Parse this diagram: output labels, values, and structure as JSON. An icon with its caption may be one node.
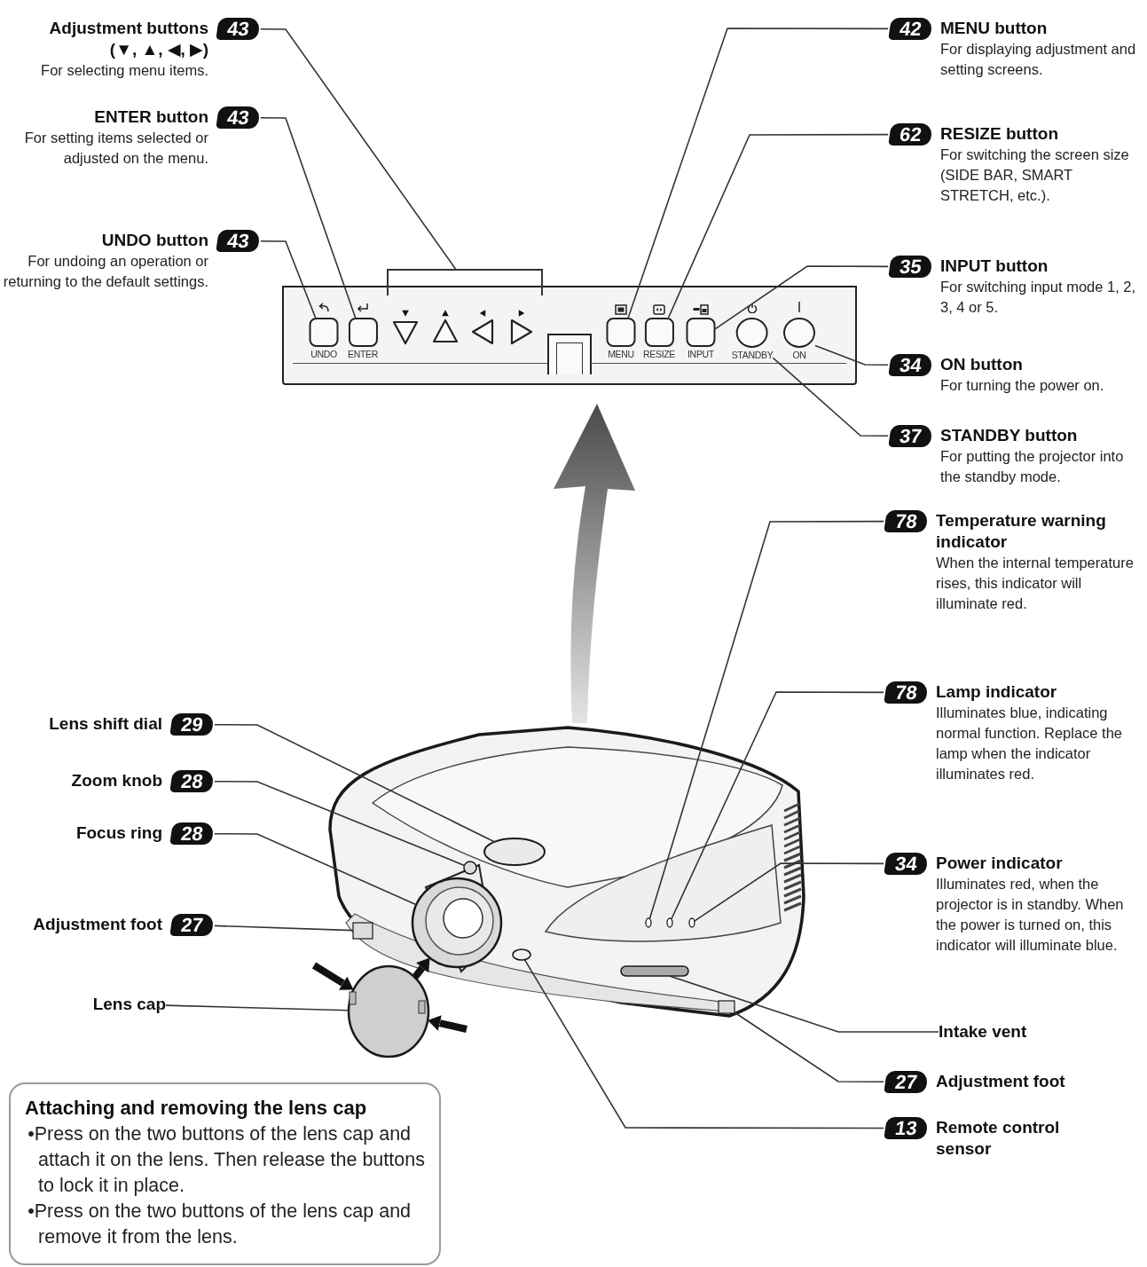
{
  "diagram": {
    "nodes": [
      {
        "text": [
          "Adjustment buttons (▼, ▲, ◀, ▶)",
          "43",
          "For selecting menu items."
        ]
      },
      {
        "text": [
          "ENTER button",
          "43",
          "For setting items selected or adjusted on the menu."
        ]
      },
      {
        "text": [
          "UNDO button",
          "43",
          "For undoing an operation or returning to the default settings."
        ]
      },
      {
        "text": [
          "42",
          "MENU button",
          "For displaying adjustment and setting screens."
        ]
      },
      {
        "text": [
          "62",
          "RESIZE button",
          "For switching the screen size (SIDE BAR, SMART STRETCH, etc.)."
        ]
      },
      {
        "text": [
          "35",
          "INPUT button",
          "For switching input mode 1, 2, 3, 4 or 5."
        ]
      },
      {
        "text": [
          "34",
          "ON button",
          "For turning the power on."
        ]
      },
      {
        "text": [
          "37",
          "STANDBY button",
          "For putting the projector into the standby mode."
        ]
      },
      {
        "text": [],
        "shape": "box"
      },
      {
        "text": [],
        "shape": "bracket"
      },
      {
        "text": [
          "UNDO"
        ],
        "in": 8
      },
      {
        "text": [
          "ENTER"
        ],
        "in": 8
      },
      {
        "text": [],
        "shape": "triangle",
        "in": 8
      },
      {
        "text": [],
        "shape": "triangle",
        "in": 8
      },
      {
        "text": [],
        "shape": "triangle",
        "in": 8
      },
      {
        "text": [],
        "shape": "triangle",
        "in": 8
      },
      {
        "text": [
          "MENU"
        ],
        "in": 8
      },
      {
        "text": [
          "RESIZE"
        ],
        "in": 8
      },
      {
        "text": [
          "INPUT"
        ],
        "in": 8
      },
      {
        "text": [
          "STANDBY"
        ],
        "in": 8
      },
      {
        "text": [
          "ON"
        ],
        "in": 8
      },
      {
        "text": [
          "78",
          "Temperature warning indicator",
          "When the internal temperature rises, this indicator will illuminate red."
        ]
      },
      {
        "text": [
          "78",
          "Lamp indicator",
          "Illuminates blue, indicating normal function. Replace the lamp when the indicator illuminates red."
        ]
      },
      {
        "text": [
          "34",
          "Power indicator",
          "Illuminates red, when the projector is in standby. When the power is turned on, this indicator will illuminate blue."
        ]
      },
      {
        "text": [
          "Intake vent"
        ]
      },
      {
        "text": [
          "27",
          "Adjustment foot"
        ]
      },
      {
        "text": [
          "13",
          "Remote control sensor"
        ]
      },
      {
        "text": [
          "Lens shift dial",
          "29"
        ]
      },
      {
        "text": [
          "Zoom knob",
          "28"
        ]
      },
      {
        "text": [
          "Focus ring",
          "28"
        ]
      },
      {
        "text": [
          "Adjustment foot",
          "27"
        ]
      },
      {
        "text": [
          "Lens cap"
        ]
      },
      {
        "text": [
          "Attaching and removing the lens cap",
          "•Press on the two buttons of the lens cap and attach it on the lens. Then release the buttons to lock it in place.",
          "•Press on the two buttons of the lens cap and remove it from the lens."
        ]
      },
      {
        "text": [],
        "shape": "circle"
      },
      {
        "text": [],
        "shape": "circle"
      },
      {
        "text": [],
        "shape": "circle"
      },
      {
        "text": [],
        "shape": "box"
      },
      {
        "text": [],
        "shape": "circle"
      },
      {
        "text": [],
        "shape": "circle"
      },
      {
        "text": [],
        "shape": "circle"
      },
      {
        "text": [],
        "shape": "circle"
      },
      {
        "text": [],
        "shape": "bar"
      },
      {
        "text": [],
        "shape": "box"
      },
      {
        "text": [],
        "shape": "circle"
      }
    ],
    "edges": [
      {
        "from": 0,
        "to": 9,
        "arrow": "none"
      },
      {
        "from": 1,
        "to": 11,
        "arrow": "none"
      },
      {
        "from": 2,
        "to": 10,
        "arrow": "none"
      },
      {
        "from": 3,
        "to": 16,
        "arrow": "none"
      },
      {
        "from": 4,
        "to": 17,
        "arrow": "none"
      },
      {
        "from": 5,
        "to": 18,
        "arrow": "none"
      },
      {
        "from": 6,
        "to": 20,
        "arrow": "none"
      },
      {
        "from": 7,
        "to": 19,
        "arrow": "none"
      },
      {
        "from": 21,
        "to": 38,
        "arrow": "none"
      },
      {
        "from": 22,
        "to": 39,
        "arrow": "none"
      },
      {
        "from": 23,
        "to": 40,
        "arrow": "none"
      },
      {
        "from": 24,
        "to": 41,
        "arrow": "none"
      },
      {
        "from": 25,
        "to": 42,
        "arrow": "none"
      },
      {
        "from": 26,
        "to": 43,
        "arrow": "none"
      },
      {
        "from": 27,
        "to": 33,
        "arrow": "none"
      },
      {
        "from": 28,
        "to": 34,
        "arrow": "none"
      },
      {
        "from": 29,
        "to": 35,
        "arrow": "none"
      },
      {
        "from": 30,
        "to": 36,
        "arrow": "none"
      },
      {
        "from": 31,
        "to": 37,
        "arrow": "none"
      },
      {
        "from": 37,
        "to": 35,
        "arrow": "to",
        "style": "thick",
        "color": "#111111"
      },
      {
        "from": null,
        "to": 37,
        "arrow": "to",
        "style": "thick",
        "color": "#111111"
      },
      {
        "from": null,
        "to": 37,
        "arrow": "to",
        "style": "thick",
        "color": "#111111"
      }
    ]
  }
}
